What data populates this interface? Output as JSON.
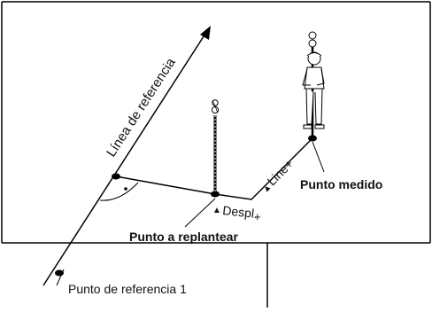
{
  "labels": {
    "reference_line": "Línea de referencia",
    "line_plus": "Line+",
    "line_plus_marker": "▲",
    "measured_point": "Punto medido",
    "offset": "Despl.",
    "offset_plus": "+",
    "offset_marker": "▲",
    "stakeout_point": "Punto a replantear",
    "reference_point_1": "Punto de referencia 1"
  },
  "icons": {
    "figure_frame": "rectangular-frame",
    "prism_pole": "prism-pole-icon",
    "surveyor": "surveyor-with-pole-icon",
    "right_angle": "right-angle-marker-icon",
    "arrow": "arrowhead-icon"
  },
  "colors": {
    "stroke": "#000000",
    "background": "#ffffff"
  }
}
